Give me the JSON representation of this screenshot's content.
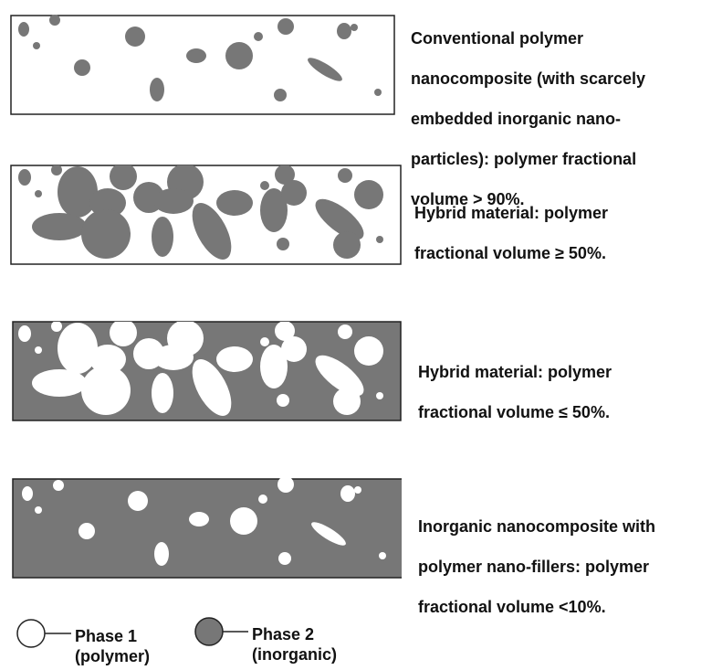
{
  "colors": {
    "phase_polymer": "#ffffff",
    "phase_inorganic": "#777777",
    "outline": "#222222"
  },
  "panels": [
    {
      "matrix": "polymer",
      "particles": "inorganic",
      "caption_lines": [
        "Conventional polymer",
        "nanocomposite (with scarcely",
        "embedded inorganic nano-",
        "particles): polymer fractional",
        "volume > 90%."
      ]
    },
    {
      "matrix": "polymer",
      "particles": "inorganic",
      "caption_lines": [
        "Hybrid material: polymer",
        "fractional volume ≥ 50%."
      ]
    },
    {
      "matrix": "inorganic",
      "particles": "polymer",
      "caption_lines": [
        "Hybrid material: polymer",
        "fractional volume ≤ 50%."
      ]
    },
    {
      "matrix": "inorganic",
      "particles": "polymer",
      "caption_lines": [
        "Inorganic nanocomposite with",
        "polymer nano-fillers: polymer",
        "fractional volume <10%."
      ]
    }
  ],
  "legend": {
    "phase1_line1": "Phase 1",
    "phase1_line2": "(polymer)",
    "phase2_line1": "Phase 2",
    "phase2_line2": "(inorganic)"
  }
}
